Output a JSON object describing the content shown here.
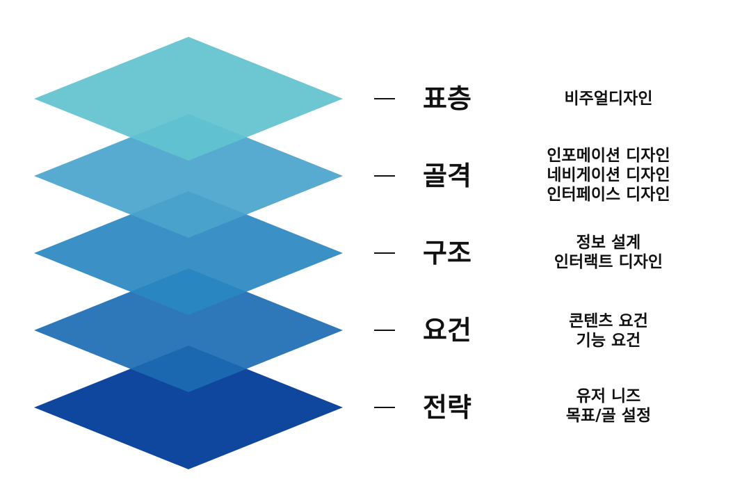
{
  "layers": [
    {
      "name": "표층",
      "color": "#61c2cf",
      "descriptions": [
        "비주얼디자인"
      ]
    },
    {
      "name": "골격",
      "color": "#4aa4cc",
      "descriptions": [
        "인포메이션 디자인",
        "네비게이션 디자인",
        "인터페이스 디자인"
      ]
    },
    {
      "name": "구조",
      "color": "#2a88c0",
      "descriptions": [
        "정보 설계",
        "인터랙트 디자인"
      ]
    },
    {
      "name": "요건",
      "color": "#1c6bb3",
      "descriptions": [
        "콘텐츠 요건",
        "기능 요건"
      ]
    },
    {
      "name": "전략",
      "color": "#10479e",
      "descriptions": [
        "유저 니즈",
        "목표/골 설정"
      ]
    }
  ]
}
